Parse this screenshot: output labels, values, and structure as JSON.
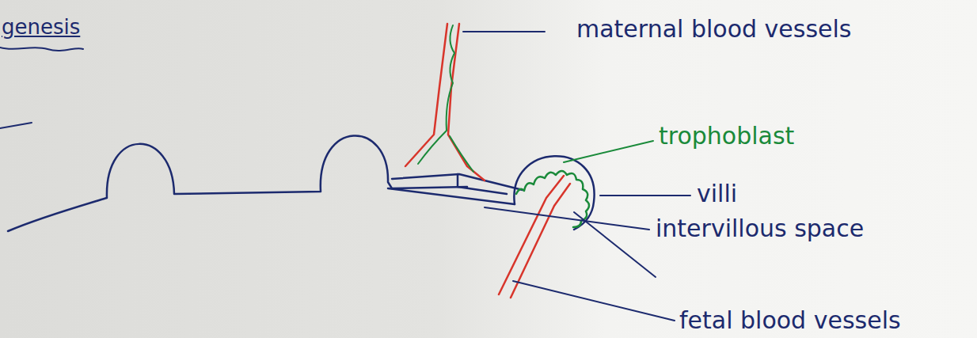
{
  "diagram": {
    "title": "genesis",
    "labels": [
      "maternal blood vessels",
      "trophoblast",
      "villi",
      "intervillous space",
      "fetal blood vessels"
    ]
  }
}
